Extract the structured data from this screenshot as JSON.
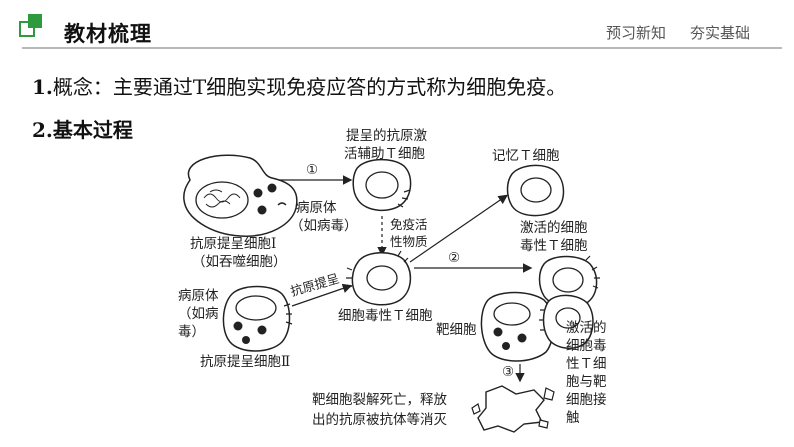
{
  "header": {
    "title": "教材梳理",
    "right_1": "预习新知",
    "right_2": "夯实基础"
  },
  "content": {
    "concept_num": "1.",
    "concept_text": "概念：主要通过T细胞实现免疫应答的方式称为细胞免疫。",
    "process_heading": "2.基本过程"
  },
  "diagram": {
    "apc1_line1": "抗原提呈细胞Ⅰ",
    "apc1_line2": "（如吞噬细胞）",
    "pathogen1_line1": "病原体",
    "pathogen1_line2": "（如病毒）",
    "helper_line1": "提呈的抗原激",
    "helper_line2": "活辅助Ｔ细胞",
    "step1": "①",
    "cytokine_line1": "免疫活",
    "cytokine_line2": "性物质",
    "pathogen2_line1": "病原体",
    "pathogen2_line2": "（如病",
    "pathogen2_line3": "毒）",
    "antigen_present": "抗原提呈",
    "apc2": "抗原提呈细胞Ⅱ",
    "cytotoxic": "细胞毒性Ｔ细胞",
    "step2": "②",
    "memory": "记忆Ｔ细胞",
    "activated_line1": "激活的细胞",
    "activated_line2": "毒性Ｔ细胞",
    "target": "靶细胞",
    "contact_line1": "激活的",
    "contact_line2": "细胞毒",
    "contact_line3": "性Ｔ细",
    "contact_line4": "胞与靶",
    "contact_line5": "细胞接",
    "contact_line6": "触",
    "step3": "③",
    "lysis_line1": "靶细胞裂解死亡，释放",
    "lysis_line2": "出的抗原被抗体等消灭"
  },
  "colors": {
    "accent_green": "#2e9a3e",
    "header_line": "#b8b8b8"
  }
}
